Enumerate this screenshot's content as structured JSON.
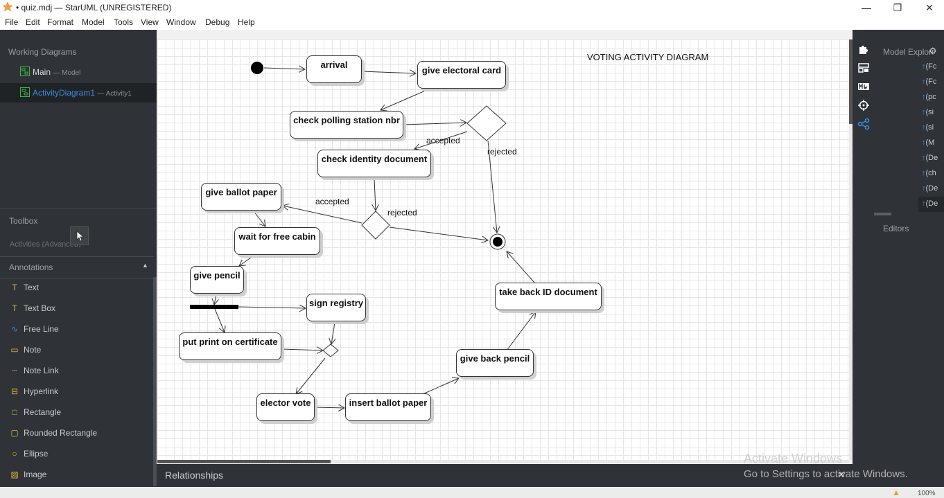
{
  "window": {
    "title": "• quiz.mdj — StarUML (UNREGISTERED)",
    "minimize_glyph": "—",
    "maximize_glyph": "❐",
    "close_glyph": "✕"
  },
  "menu": [
    "File",
    "Edit",
    "Format",
    "Model",
    "Tools",
    "View",
    "Window",
    "Debug",
    "Help"
  ],
  "sidebar": {
    "working_diagrams_header": "Working Diagrams",
    "diagrams": [
      {
        "name": "Main",
        "sub": "— Model",
        "color": "#d8dcdf"
      },
      {
        "name": "ActivityDiagram1",
        "sub": "— Activity1",
        "color": "#3b8de0"
      }
    ],
    "toolbox_header": "Toolbox",
    "advanced_partial": "Activities (Advanced)",
    "annotations_header": "Annotations",
    "tools": [
      {
        "label": "Text",
        "icon": "text-icon",
        "glyph": "T"
      },
      {
        "label": "Text Box",
        "icon": "textbox-icon",
        "glyph": "T"
      },
      {
        "label": "Free Line",
        "icon": "freeline-icon",
        "glyph": "∿"
      },
      {
        "label": "Note",
        "icon": "note-icon",
        "glyph": "▭"
      },
      {
        "label": "Note Link",
        "icon": "notelink-icon",
        "glyph": "┄"
      },
      {
        "label": "Hyperlink",
        "icon": "hyperlink-icon",
        "glyph": "⊟"
      },
      {
        "label": "Rectangle",
        "icon": "rectangle-icon",
        "glyph": "□"
      },
      {
        "label": "Rounded Rectangle",
        "icon": "rounded-rectangle-icon",
        "glyph": "▢"
      },
      {
        "label": "Ellipse",
        "icon": "ellipse-icon",
        "glyph": "○"
      },
      {
        "label": "Image",
        "icon": "image-icon",
        "glyph": "▨"
      }
    ]
  },
  "diagram": {
    "title": "VOTING ACTIVITY DIAGRAM",
    "nodes": {
      "arrival": "arrival",
      "give_electoral_card": "give electoral card",
      "check_polling_station": "check polling station nbr",
      "check_identity": "check identity document",
      "give_ballot_paper": "give ballot paper",
      "wait_for_free_cabin": "wait for free cabin",
      "give_pencil": "give pencil",
      "sign_registry": "sign registry",
      "put_print": "put print on certificate",
      "elector_vote": "elector vote",
      "insert_ballot": "insert ballot paper",
      "give_back_pencil": "give back pencil",
      "take_back_id": "take back ID document"
    },
    "labels": {
      "accepted_1": "accepted",
      "rejected_1": "rejected",
      "accepted_2": "accepted",
      "rejected_2": "rejected"
    }
  },
  "right_toolbar": [
    "extensions-icon",
    "layout-icon",
    "markdown-icon",
    "navigate-icon",
    "share-icon"
  ],
  "model_explorer": {
    "title": "Model Explorer",
    "rows": [
      "(Fc",
      "(Fc",
      "(pc",
      "(si",
      "(si",
      "(M",
      "(De",
      "(ch",
      "(De",
      "(De"
    ]
  },
  "editors_title": "Editors",
  "bottom": {
    "relationships": "Relationships",
    "close_glyph": "✕",
    "zoom": "100%"
  },
  "watermark": {
    "line1": "Activate Windows",
    "line2": "Go to Settings to activate Windows."
  }
}
